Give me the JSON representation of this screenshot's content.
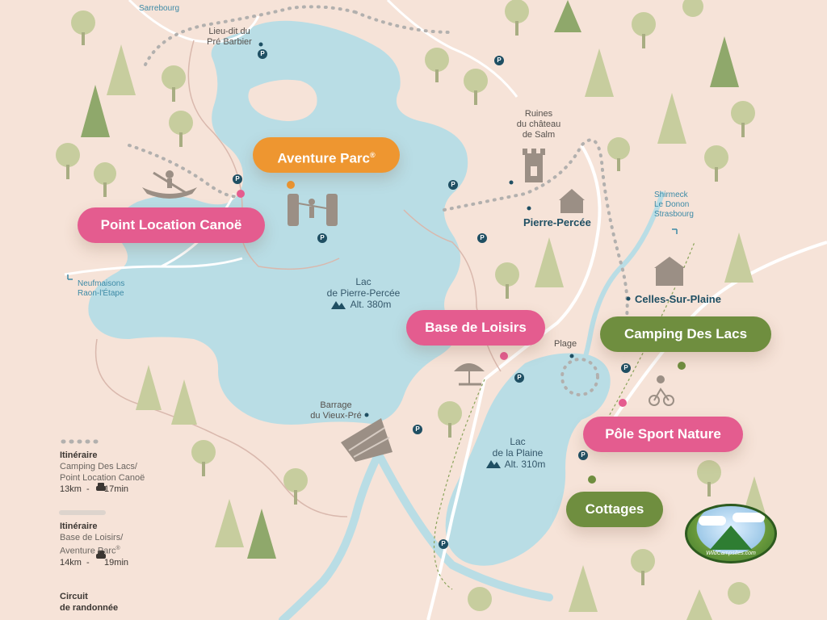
{
  "labels": {
    "point_location_canoe": "Point Location Canoë",
    "aventure_parc": "Aventure Parc",
    "registered_mark": "®",
    "base_de_loisirs": "Base de Loisirs",
    "camping_des_lacs": "Camping Des Lacs",
    "pole_sport_nature": "Pôle Sport Nature",
    "cottages": "Cottages"
  },
  "places": {
    "lieu_dit_line1": "Lieu-dit du",
    "lieu_dit_line2": "Pré Barbier",
    "ruines_line1": "Ruines",
    "ruines_line2": "du château",
    "ruines_line3": "de Salm",
    "pierre_percee": "Pierre-Percée",
    "celles_sur_plaine": "Celles-Sur-Plaine",
    "barrage_line1": "Barrage",
    "barrage_line2": "du Vieux-Pré",
    "plage": "Plage",
    "sarrebourg": "Sarrebourg"
  },
  "directions": {
    "west_line1": "Neufmaisons",
    "west_line2": "Raon-l'Étape",
    "east_line1": "Shirmeck",
    "east_line2": "Le Donon",
    "east_line3": "Strasbourg"
  },
  "lakes": {
    "pierre_percee_line1": "Lac",
    "pierre_percee_line2": "de Pierre-Percée",
    "pierre_percee_alt": "Alt. 380m",
    "plaine_line1": "Lac",
    "plaine_line2": "de la Plaine",
    "plaine_alt": "Alt. 310m"
  },
  "parking_symbol": "P",
  "legend": {
    "item1_title": "Itinéraire",
    "item1_line1": "Camping Des Lacs/",
    "item1_line2": "Point Location Canoë",
    "item1_km": "13km",
    "item1_min": "17min",
    "item2_title": "Itinéraire",
    "item2_line1": "Base de Loisirs/",
    "item2_line2": "Aventure Parc",
    "item2_km": "14km",
    "item2_min": "19min",
    "item3_line1": "Circuit",
    "item3_line2": "de randonnée",
    "separator": "-"
  },
  "logo": {
    "text": "WildCampsites.com"
  },
  "colors": {
    "background": "#f6e3d8",
    "water": "#b9dde5",
    "pink": "#e45c8f",
    "orange": "#ee9630",
    "green": "#6f8e3f",
    "tree": "#c7cd9e",
    "road": "#ffffff",
    "dotted_route": "#b2b0ae",
    "navy": "#1f4f63"
  }
}
